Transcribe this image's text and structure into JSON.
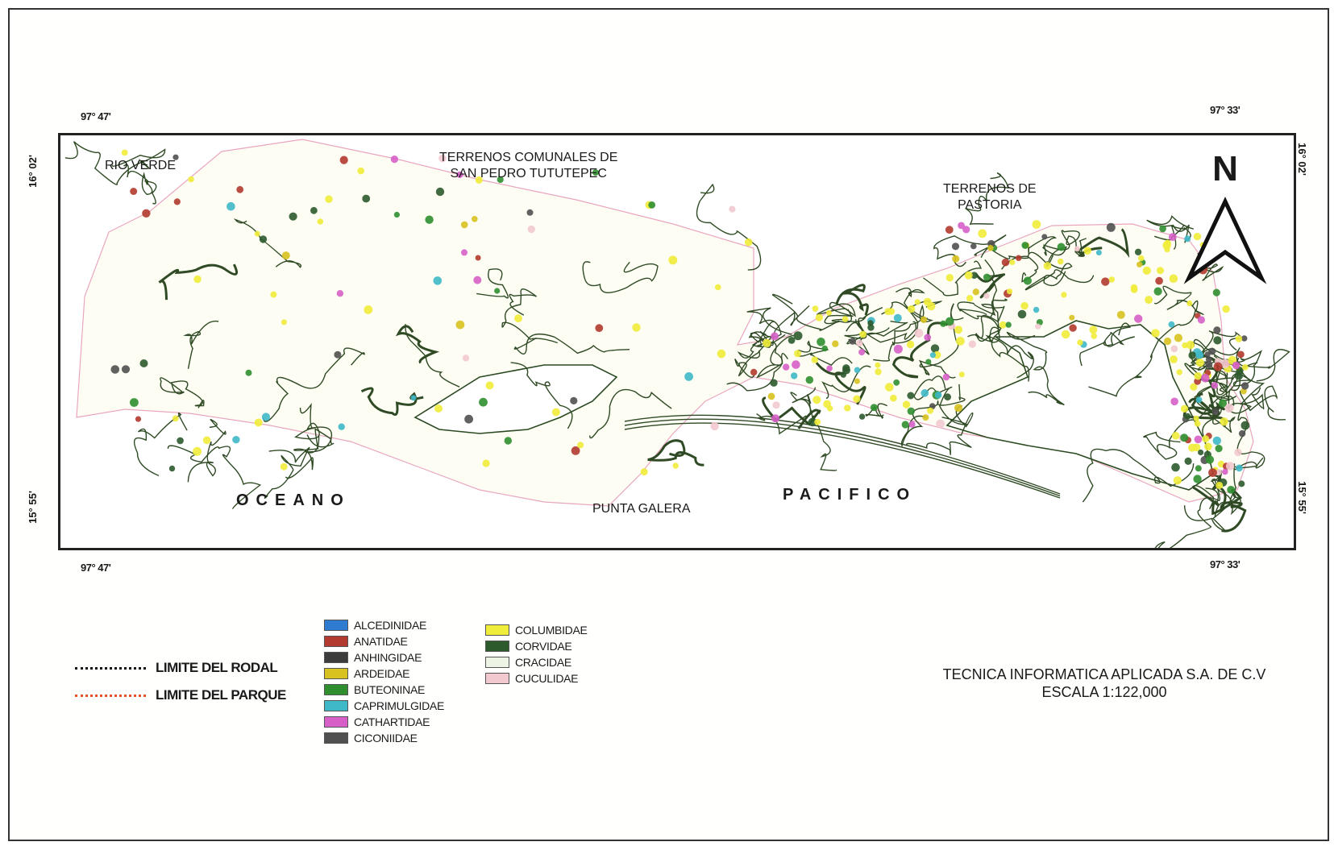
{
  "coordinates": {
    "top_left": "97° 47'",
    "top_right": "97° 33'",
    "bottom_left": "97° 47'",
    "bottom_right": "97° 33'",
    "left_top": "16° 02'",
    "left_bottom": "15° 55'",
    "right_top": "16° 02'",
    "right_bottom": "15° 55'"
  },
  "places": {
    "rio_verde": "RIO VERDE",
    "terrenos_comunales": "TERRENOS COMUNALES DE\nSAN PEDRO TUTUTEPEC",
    "terrenos_pastoria": "TERRENOS DE\nPASTORIA",
    "oceano": "OCEANO",
    "punta_galera": "PUNTA GALERA",
    "pacifico": "PACIFICO"
  },
  "north_arrow": {
    "label": "N",
    "icon": "north-arrow-icon"
  },
  "legend_lines": [
    {
      "label": "LIMITE DEL RODAL",
      "color": "#111111"
    },
    {
      "label": "LIMITE DEL PARQUE",
      "color": "#e8502a"
    }
  ],
  "legend_families_col1": [
    {
      "label": "ALCEDINIDAE",
      "color": "#2f7bd0"
    },
    {
      "label": "ANATIDAE",
      "color": "#b23a2e"
    },
    {
      "label": "ANHINGIDAE",
      "color": "#3c3c3c"
    },
    {
      "label": "ARDEIDAE",
      "color": "#d8c21f"
    },
    {
      "label": "BUTEONINAE",
      "color": "#2f8f2f"
    },
    {
      "label": "CAPRIMULGIDAE",
      "color": "#3fb8c8"
    },
    {
      "label": "CATHARTIDAE",
      "color": "#d65fc8"
    },
    {
      "label": "CICONIIDAE",
      "color": "#505050"
    }
  ],
  "legend_families_col2": [
    {
      "label": "COLUMBIDAE",
      "color": "#f0ec3a"
    },
    {
      "label": "CORVIDAE",
      "color": "#2d5a2d"
    },
    {
      "label": "CRACIDAE",
      "color": "#eef4e4"
    },
    {
      "label": "CUCULIDAE",
      "color": "#f2c9cf"
    }
  ],
  "credit": {
    "company": "TECNICA INFORMATICA APLICADA S.A. DE C.V",
    "scale": "ESCALA 1:122,000"
  }
}
